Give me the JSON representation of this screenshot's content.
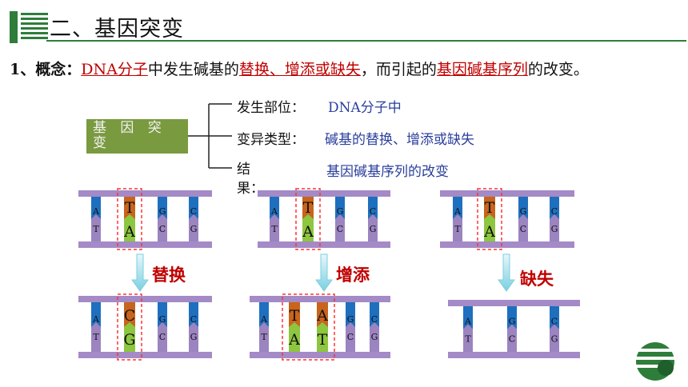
{
  "header": {
    "title": "二、基因突变"
  },
  "concept": {
    "prefix": "1、",
    "term": "概念：",
    "location": "DNA分子",
    "t1": "中发生碱基的",
    "changes": "替换、增添或缺失",
    "t2": "，而引起的",
    "result": "基因碱基序列",
    "t3": "的改变。"
  },
  "box_label": "基 因 突 变",
  "tree": [
    {
      "label": "发生部位：",
      "value": "DNA分子中"
    },
    {
      "label": "变异类型：",
      "value": "碱基的替换、增添或缺失"
    },
    {
      "label": "结果：",
      "value": "基因碱基序列的改变"
    }
  ],
  "operations": {
    "replace": "替换",
    "insert": "增添",
    "delete": "缺失"
  },
  "dna": {
    "orig_top": [
      "A",
      "T",
      "G",
      "C"
    ],
    "orig_bottom": [
      "T",
      "A",
      "C",
      "G"
    ],
    "replace_top": [
      "A",
      "C",
      "G",
      "C"
    ],
    "replace_bottom": [
      "T",
      "G",
      "C",
      "G"
    ],
    "insert_top": [
      "A",
      "T",
      "A",
      "G",
      "C"
    ],
    "insert_bottom": [
      "T",
      "A",
      "T",
      "C",
      "G"
    ],
    "delete_top": [
      "A",
      "G",
      "C"
    ],
    "delete_bottom": [
      "T",
      "C",
      "G"
    ]
  },
  "colors": {
    "backbone": "#a48ac6",
    "blue": "#1f6fbf",
    "orange": "#c8641c",
    "green": "#8dc63f",
    "purple": "#9b84c0",
    "highlight": "#ff3333",
    "accent": "#2e7d3a"
  }
}
